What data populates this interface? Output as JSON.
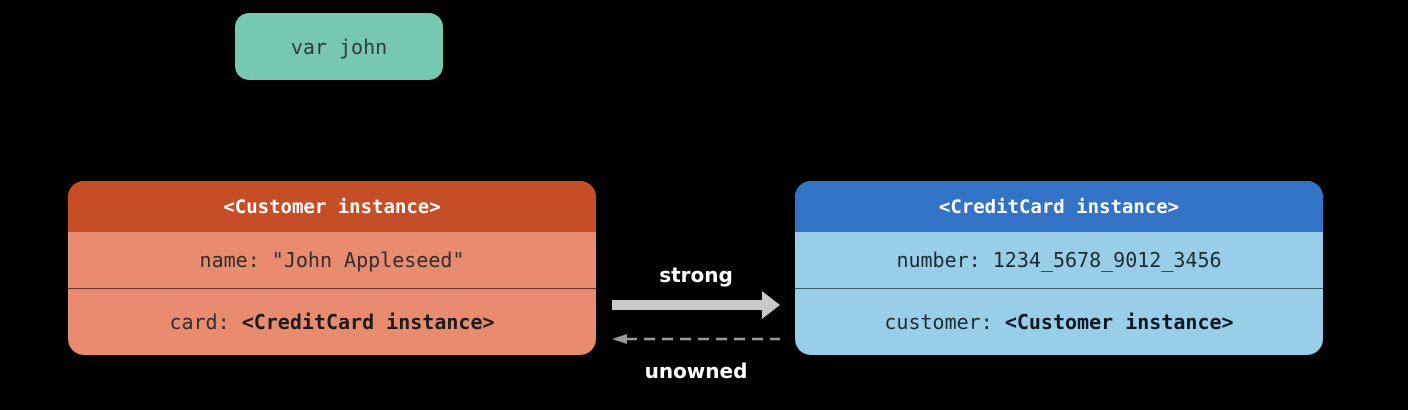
{
  "variable": {
    "label": "var john"
  },
  "customer_instance": {
    "title": "<Customer instance>",
    "name_prefix": "name: ",
    "name_value": "\"John Appleseed\"",
    "card_prefix": "card: ",
    "card_value": "<CreditCard instance>"
  },
  "creditcard_instance": {
    "title": "<CreditCard instance>",
    "number_prefix": "number: ",
    "number_value": "1234_5678_9012_3456",
    "customer_prefix": "customer: ",
    "customer_value": "<Customer instance>"
  },
  "references": {
    "strong_label": "strong",
    "unowned_label": "unowned"
  },
  "colors": {
    "background": "#000000",
    "variable_box": "#76c8b1",
    "customer_header": "#c64e27",
    "customer_body": "#e98b6e",
    "creditcard_header": "#3273c6",
    "creditcard_body": "#98cee8",
    "strong_arrow": "#c9c9c9",
    "unowned_arrow": "#9a9a9a"
  }
}
